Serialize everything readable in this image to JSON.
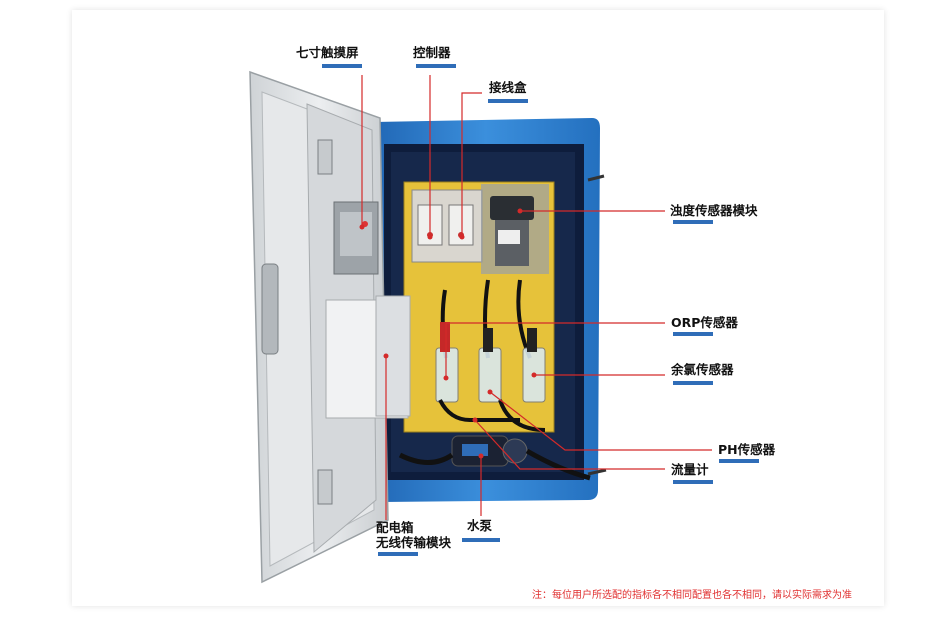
{
  "labels": {
    "touchscreen": "七寸触摸屏",
    "controller": "控制器",
    "junction_box": "接线盒",
    "turbidity": "浊度传感器模块",
    "orp": "ORP传感器",
    "chlorine": "余氯传感器",
    "ph": "PH传感器",
    "flowmeter": "流量计",
    "distribution_box_line1": "配电箱",
    "distribution_box_line2": "无线传输模块",
    "pump": "水泵"
  },
  "note": "注：每位用户所选配的指标各不相同配置也各不相同，请以实际需求为准",
  "colors": {
    "accent_bar": "#2f6db8",
    "leader_line": "#d42a2a",
    "cabinet_blue": "#2f7fd1",
    "panel_yellow": "#e6c23a",
    "note_red": "#e03030"
  }
}
